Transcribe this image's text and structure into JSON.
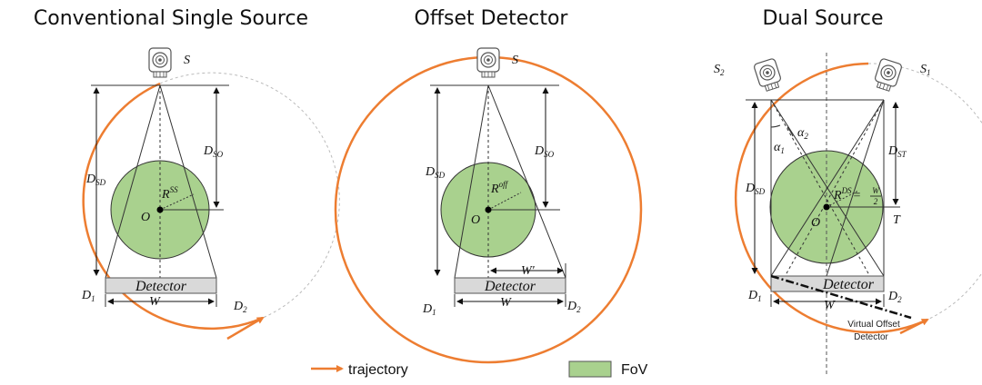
{
  "titles": {
    "left": "Conventional Single Source",
    "middle": "Offset Detector",
    "right": "Dual Source"
  },
  "labels": {
    "source": "S",
    "source_2": "S",
    "source_2_sub": "2",
    "source_1": "S",
    "source_1_sub": "1",
    "d": "D",
    "sd_sub": "SD",
    "so_sub": "SO",
    "st_sub": "ST",
    "r": "R",
    "ss_sup": "SS",
    "off_sup": "off",
    "ds_sup": "DS",
    "ds_eq": "=",
    "ds_w": "W",
    "ds_two": "2",
    "origin": "O",
    "detector": "Detector",
    "w": "W",
    "w_prime": "W'",
    "d1_sub": "1",
    "d2_sub": "2",
    "t": "T",
    "alpha": "α",
    "a1_sub": "1",
    "a2_sub": "2",
    "virtual_offset_line1": "Virtual Offset",
    "virtual_offset_line2": "Detector"
  },
  "legend": {
    "trajectory": "trajectory",
    "fov": "FoV"
  },
  "colors": {
    "trajectory": "#ED7D31",
    "fov_fill": "#A9D18E",
    "fov_stroke": "#333333",
    "detector_fill": "#D9D9D9",
    "dashed": "#999999"
  },
  "icons": [
    "x-ray-source-icon"
  ]
}
